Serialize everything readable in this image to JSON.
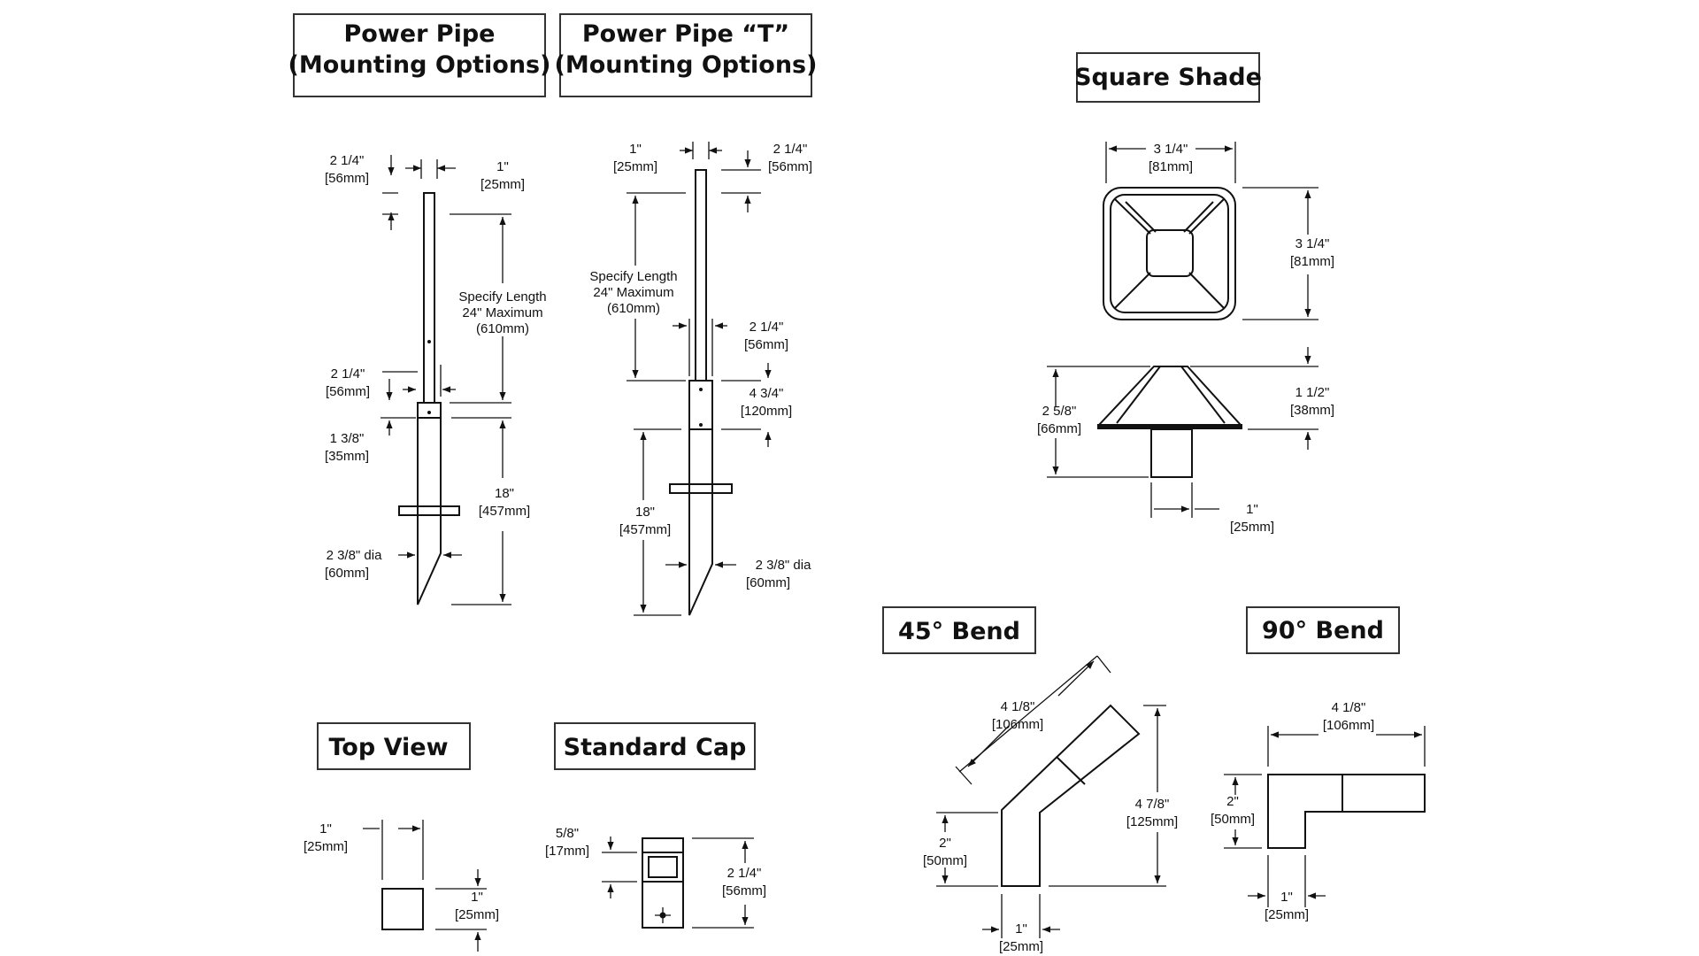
{
  "colors": {
    "ink": "#111111",
    "background": "#ffffff",
    "frame": "#333333"
  },
  "titles": {
    "power_pipe_line1": "Power Pipe",
    "power_pipe_line2": "(Mounting Options)",
    "power_pipe_t_line1": "Power Pipe “T”",
    "power_pipe_t_line2": "(Mounting Options)",
    "square_shade": "Square Shade",
    "bend_45": "45° Bend",
    "bend_90": "90° Bend",
    "top_view": "Top View",
    "standard_cap": "Standard Cap"
  },
  "power_pipe": {
    "top_width_in": "2 1/4\"",
    "top_width_mm": "[56mm]",
    "pipe_width_in": "1\"",
    "pipe_width_mm": "[25mm]",
    "length_l1": "Specify Length",
    "length_l2": "24\" Maximum",
    "length_l3": "(610mm)",
    "coupler_in": "2 1/4\"",
    "coupler_mm": "[56mm]",
    "coupler_h_in": "1 3/8\"",
    "coupler_h_mm": "[35mm]",
    "stake_in": "18\"",
    "stake_mm": "[457mm]",
    "dia_in": "2 3/8\"  dia",
    "dia_mm": "[60mm]"
  },
  "power_pipe_t": {
    "pipe_width_in": "1\"",
    "pipe_width_mm": "[25mm]",
    "top_in": "2 1/4\"",
    "top_mm": "[56mm]",
    "length_l1": "Specify Length",
    "length_l2": "24\" Maximum",
    "length_l3": "(610mm)",
    "coupler_in": "2 1/4\"",
    "coupler_mm": "[56mm]",
    "coupler_h_in": "4 3/4\"",
    "coupler_h_mm": "[120mm]",
    "stake_in": "18\"",
    "stake_mm": "[457mm]",
    "dia_in": "2 3/8\"  dia",
    "dia_mm": "[60mm]"
  },
  "square_shade": {
    "width_in": "3 1/4\"",
    "width_mm": "[81mm]",
    "depth_in": "3 1/4\"",
    "depth_mm": "[81mm]",
    "height_in": "2 5/8\"",
    "height_mm": "[66mm]",
    "shade_h_in": "1 1/2\"",
    "shade_h_mm": "[38mm]",
    "neck_in": "1\"",
    "neck_mm": "[25mm]"
  },
  "bend_45": {
    "arm_in": "4 1/8\"",
    "arm_mm": "[106mm]",
    "height_in": "4 7/8\"",
    "height_mm": "[125mm]",
    "leg_in": "2\"",
    "leg_mm": "[50mm]",
    "width_in": "1\"",
    "width_mm": "[25mm]"
  },
  "bend_90": {
    "length_in": "4 1/8\"",
    "length_mm": "[106mm]",
    "height_in": "2\"",
    "height_mm": "[50mm]",
    "width_in": "1\"",
    "width_mm": "[25mm]"
  },
  "top_view": {
    "a_in": "1\"",
    "a_mm": "[25mm]",
    "b_in": "1\"",
    "b_mm": "[25mm]"
  },
  "standard_cap": {
    "top_in": "5/8\"",
    "top_mm": "[17mm]",
    "height_in": "2 1/4\"",
    "height_mm": "[56mm]"
  }
}
